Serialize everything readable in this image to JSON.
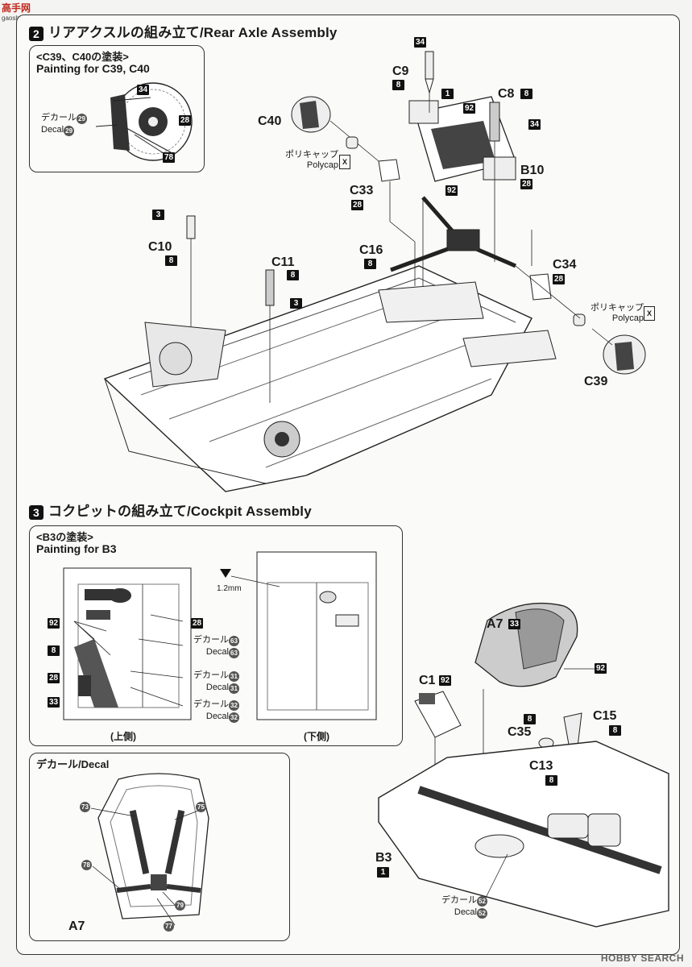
{
  "watermark_top": {
    "text": "高手网",
    "sub": "gaoshouw.com"
  },
  "watermark_bottom": {
    "text": "HOBBY SEARCH"
  },
  "step2": {
    "title": "リアアクスルの組み立て/Rear Axle Assembly",
    "painting_box": {
      "title_jp": "<C39、C40の塗装>",
      "title_en": "Painting for C39, C40",
      "decal_jp": "デカール",
      "decal_en": "Decal",
      "decal_num": "29",
      "colors": [
        "34",
        "28",
        "78"
      ]
    },
    "parts": {
      "c9": {
        "name": "C9",
        "color": "8",
        "paint": "34"
      },
      "c8": {
        "name": "C8",
        "color": "8",
        "paint": "34"
      },
      "c40": {
        "name": "C40"
      },
      "b10": {
        "name": "B10",
        "color": "28"
      },
      "part1": {
        "num": "1",
        "paint": "92"
      },
      "c33": {
        "name": "C33",
        "color": "28"
      },
      "c16": {
        "name": "C16",
        "color": "8"
      },
      "c34": {
        "name": "C34",
        "color": "28"
      },
      "c39": {
        "name": "C39"
      },
      "c10": {
        "name": "C10",
        "color": "8",
        "paint": "3"
      },
      "c11": {
        "name": "C11",
        "color": "8",
        "paint": "3"
      },
      "shaft_paint": "92"
    },
    "polycap_1": {
      "jp": "ポリキャップ",
      "en": "Polycap",
      "code": "X"
    },
    "polycap_2": {
      "jp": "ポリキャップ",
      "en": "Polycap",
      "code": "X"
    }
  },
  "step3": {
    "number": "3",
    "title": "コクピットの組み立て/Cockpit Assembly",
    "painting_box": {
      "title_jp": "<B3の塗装>",
      "title_en": "Painting for B3",
      "left_colors": [
        "92",
        "8",
        "28",
        "33"
      ],
      "right_color": "28",
      "decals": [
        {
          "jp": "デカール",
          "en": "Decal",
          "num": "63"
        },
        {
          "jp": "デカール",
          "en": "Decal",
          "num": "31"
        },
        {
          "jp": "デカール",
          "en": "Decal",
          "num": "32"
        }
      ],
      "top_side": "(上側)",
      "bottom_side": "(下側)",
      "drill": "1.2mm"
    },
    "decal_box": {
      "title": "デカール/Decal",
      "nums": [
        "73",
        "75",
        "78",
        "79",
        "77"
      ],
      "part": "A7"
    },
    "parts": {
      "a7": {
        "name": "A7",
        "color": "33",
        "paint": "92"
      },
      "c1": {
        "name": "C1",
        "color": "92"
      },
      "c15": {
        "name": "C15",
        "color": "8"
      },
      "c35": {
        "name": "C35",
        "color": "8"
      },
      "c13": {
        "name": "C13",
        "color": "8"
      },
      "b3": {
        "name": "B3",
        "color": "1"
      }
    },
    "bottom_decal": {
      "jp": "デカール",
      "en": "Decal",
      "num": "52"
    }
  }
}
